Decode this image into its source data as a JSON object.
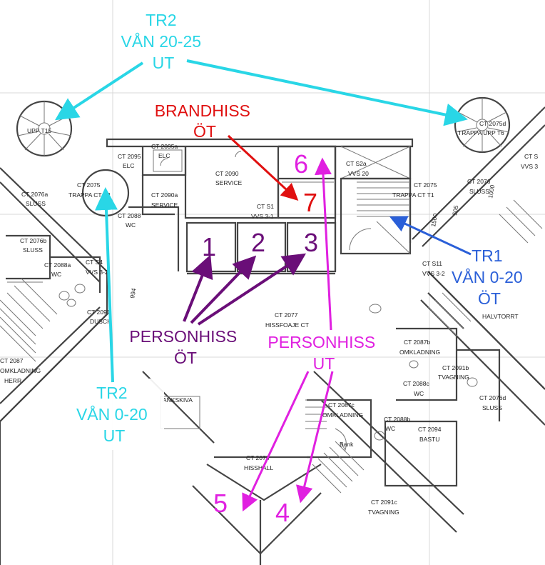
{
  "colors": {
    "cyan": "#29d6e6",
    "red": "#e01010",
    "purple": "#6a0e78",
    "magenta": "#e020e0",
    "blue": "#2a5fd8"
  },
  "annotations": {
    "tr2_top": [
      "TR2",
      "VÅN 20-25",
      "UT"
    ],
    "brandhiss": [
      "BRANDHISS",
      "ÖT"
    ],
    "tr1": [
      "TR1",
      "VÅN 0-20",
      "ÖT"
    ],
    "personhiss_ot": [
      "PERSONHISS",
      "ÖT"
    ],
    "personhiss_ut": [
      "PERSONHISS",
      "UT"
    ],
    "tr2_bottom": [
      "TR2",
      "VÅN 0-20",
      "UT"
    ]
  },
  "elevators": {
    "e1": "1",
    "e2": "2",
    "e3": "3",
    "e4": "4",
    "e5": "5",
    "e6": "6",
    "e7": "7"
  },
  "rooms": {
    "r2076a": "CT 2076a",
    "r2076a_b": "SLUSS",
    "r2095": "CT 2095",
    "r2095_b": "ELC",
    "r2095a": "CT 2095a",
    "r2095a_b": "ELC",
    "r2090": "CT 2090",
    "r2090_b": "SERVICE",
    "r2090a": "CT 2090a",
    "r2090a_b": "SERVICE",
    "r2075l": "CT 2075",
    "r2075l_b": "TRAPPA CT T2",
    "r2088": "CT 2088",
    "r2088_b": "WC",
    "r2076b": "CT 2076b",
    "r2076b_b": "SLUSS",
    "r2088a": "CT 2088a",
    "r2088a_b": "WC",
    "rs4": "CT S4",
    "rs4_b": "VVS 3-2",
    "rs1": "CT S1",
    "rs1_b": "VVS 3-1",
    "rs2a": "CT S2a",
    "rs2a_b": "VVS 20",
    "r2075r": "CT 2075",
    "r2075r_b": "TRAPPA CT T1",
    "r2076": "CT 2076",
    "r2076_b": "SLUSS",
    "r2075d": "CT 2075d",
    "r2075d_b": "TRAPPA UPP T6",
    "ltrappa": "UPP T15",
    "rs5": "CT S",
    "rs5_b": "VVS 3",
    "rs11": "CT S11",
    "rs11_b": "VVS 3-2",
    "r2091": "CT 2091",
    "r2091_b": "DUSCH",
    "r2077": "CT 2077",
    "r2077_b": "HISSFOAJE CT",
    "halvtorrt": "HALVTORRT",
    "r2087b": "CT 2087b",
    "r2087b_b": "OMKLADNING",
    "r2091b": "CT 2091b",
    "r2091b_b": "TVAGNING",
    "r2088c": "CT 2088c",
    "r2088c_b": "WC",
    "r2076d": "CT 2076d",
    "r2076d_b": "SLUSS",
    "r2087": "CT 2087",
    "r2087_b": "OMKLADNING",
    "r2087_c": "HERR",
    "r2087c": "CT 2087c",
    "r2087c_b": "OMKLADNING",
    "r2088b": "CT 2088b",
    "r2088b_b": "WC",
    "r2094": "CT 2094",
    "r2094_b": "BASTU",
    "bank": "Bank",
    "ankskiva": "ANKSKIVA",
    "r2078": "CT 2078",
    "r2078_b": "HISSHALL",
    "r2091c": "CT 2091c",
    "r2091c_b": "TVAGNING",
    "dim1": "1500",
    "dim2": "505",
    "dim3": "1000",
    "dim4": "994"
  }
}
